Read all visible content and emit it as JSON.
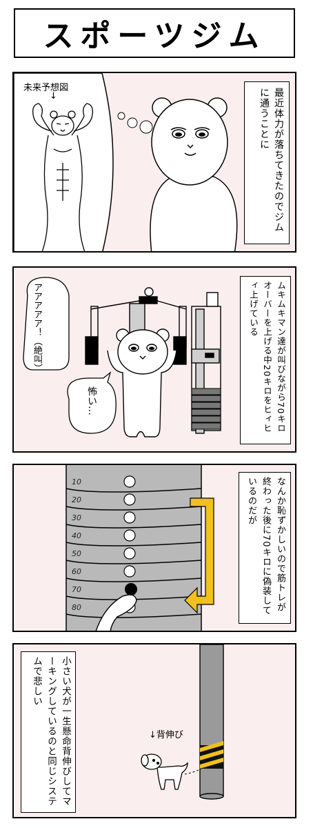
{
  "title": "スポーツジム",
  "panel1": {
    "caption": "最近体力が落ちてきたのでジムに通うことに",
    "future_label": "未来予想図",
    "arrow": "↓"
  },
  "panel2": {
    "caption": "ムキムキマン達が叫びながら70キロオーバーを上げる中20キロをヒィヒィ上げている",
    "shout": "アアアアア！（絶叫）",
    "scared": "怖い…"
  },
  "panel3": {
    "caption": "なんか恥ずかしいので筋トレが終わった後に70キロに偽装しているのだが",
    "weights": [
      "10",
      "20",
      "30",
      "40",
      "50",
      "60",
      "70",
      "80"
    ]
  },
  "panel4": {
    "caption": "小さい犬が一生懸命背伸びしてマーキングしているのと同じシステムで悲しい",
    "stretch_label": "↓背伸び"
  },
  "colors": {
    "panel_bg": "#fbeeee",
    "weight_gray": "#b9b9b9",
    "arrow_yellow": "#f0c020"
  }
}
